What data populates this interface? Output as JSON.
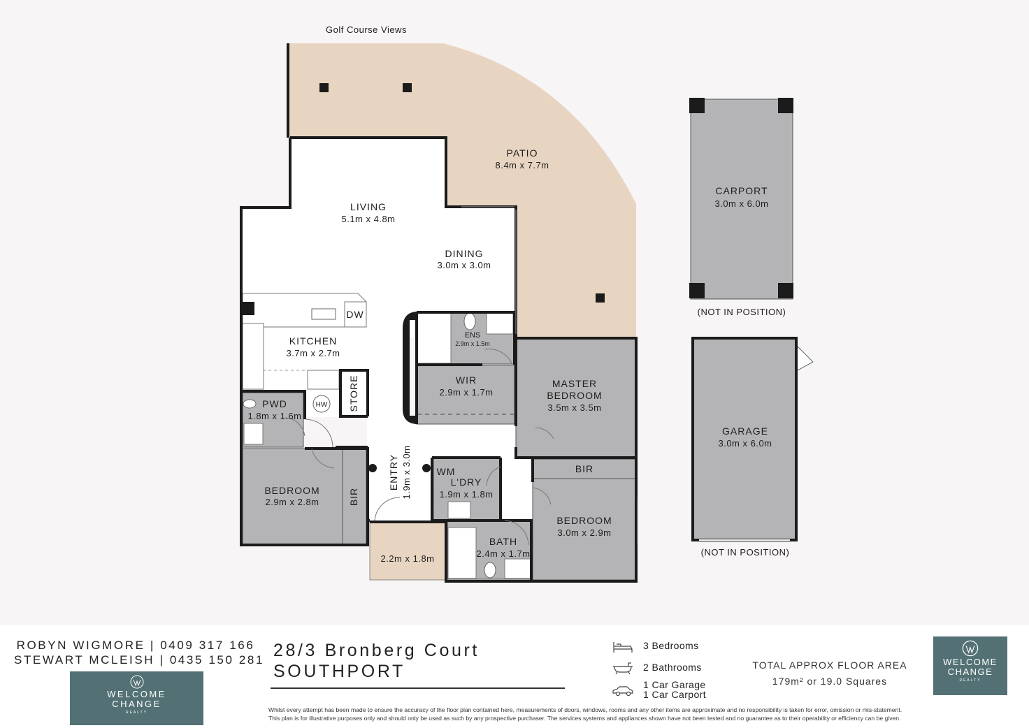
{
  "plan": {
    "view_label": "Golf Course Views",
    "rooms": [
      {
        "name": "PATIO",
        "dims": "8.4m x 7.7m"
      },
      {
        "name": "LIVING",
        "dims": "5.1m x 4.8m"
      },
      {
        "name": "DINING",
        "dims": "3.0m x 3.0m"
      },
      {
        "name": "KITCHEN",
        "dims": "3.7m x 2.7m"
      },
      {
        "name": "ENS",
        "dims": "2.9m x 1.5m"
      },
      {
        "name": "WIR",
        "dims": "2.9m x 1.7m"
      },
      {
        "name": "MASTER",
        "name2": "BEDROOM",
        "dims": "3.5m x 3.5m"
      },
      {
        "name": "PWD",
        "dims": "1.8m x 1.6m"
      },
      {
        "name": "BEDROOM",
        "dims": "2.9m x 2.8m"
      },
      {
        "name": "ENTRY",
        "dims": "1.9m x 3.0m"
      },
      {
        "name": "L'DRY",
        "dims": "1.9m x 1.8m"
      },
      {
        "name": "BEDROOM",
        "dims": "3.0m x 2.9m"
      },
      {
        "name": "BATH",
        "dims": "2.4m x 1.7m"
      },
      {
        "name": "",
        "dims": "2.2m x 1.8m"
      },
      {
        "name": "CARPORT",
        "dims": "3.0m x 6.0m"
      },
      {
        "name": "GARAGE",
        "dims": "3.0m x 6.0m"
      }
    ],
    "fixtures": {
      "dw": "DW",
      "store": "STORE",
      "hw": "HW",
      "wm": "WM",
      "bir": "BIR"
    },
    "not_in_position": "(NOT IN POSITION)"
  },
  "footer": {
    "agent1": "ROBYN WIGMORE | 0409 317 166",
    "agent2": "STEWART MCLEISH | 0435 150 281",
    "address1": "28/3 Bronberg Court",
    "address2": "SOUTHPORT",
    "features": [
      {
        "icon": "bed-icon",
        "text": "3 Bedrooms"
      },
      {
        "icon": "bath-icon",
        "text": "2 Bathrooms"
      },
      {
        "icon": "car-icon",
        "text": "1 Car Garage",
        "text2": "1 Car Carport"
      }
    ],
    "area_label": "TOTAL APPROX FLOOR AREA",
    "area_value": "179m² or 19.0 Squares",
    "logo": {
      "line1": "WELCOME",
      "line2": "CHANGE",
      "line3": "REALTY"
    },
    "disclaimer1": "Whilst every attempt has been made to ensure the accuracy of the floor plan contained here, measurements of doors, windows, rooms and any other items are approximate and no responsibility is taken for error, omission or mis-statement.",
    "disclaimer2": "This plan is for illustrative purposes only and should only be used as such by any prospective purchaser. The services systems and appliances shown have not been tested and no guarantee as to their operability or efficiency can be given."
  },
  "colors": {
    "patio": "#e8d5c1",
    "room_grey": "#b4b4b6",
    "wall": "#1b1b1b",
    "brand": "#537174"
  }
}
